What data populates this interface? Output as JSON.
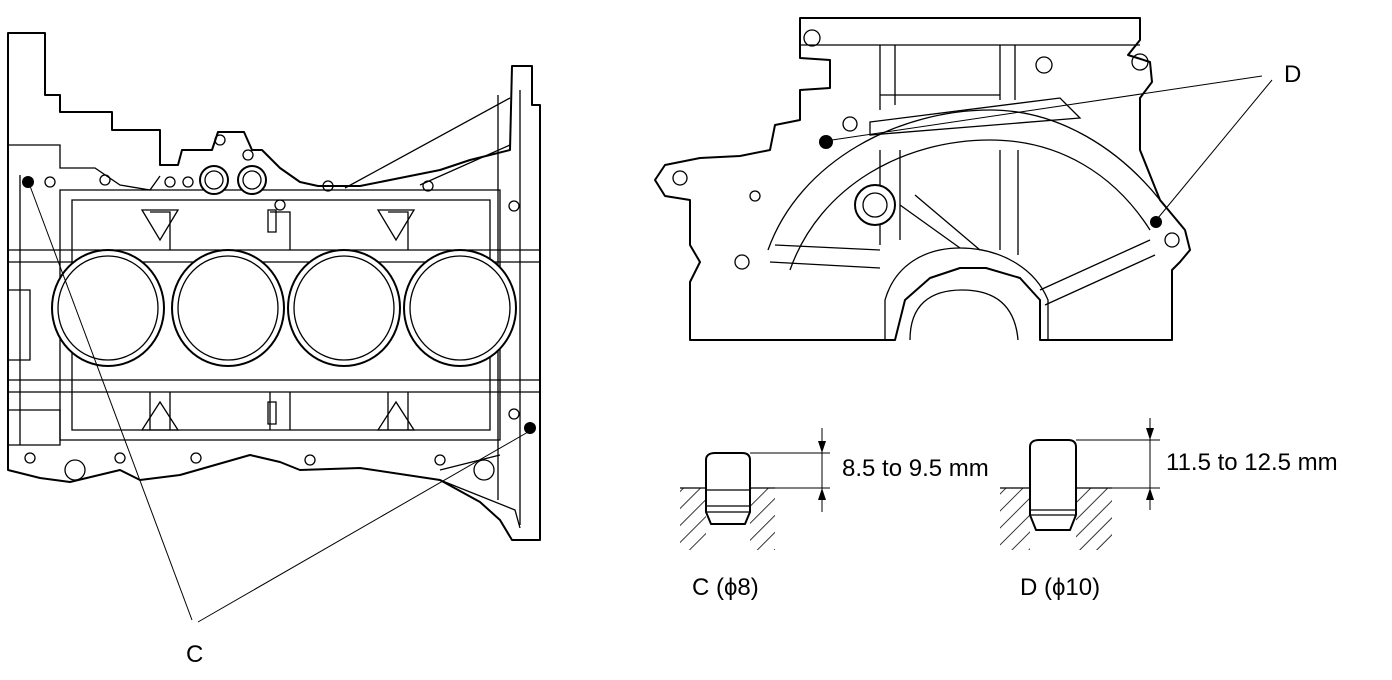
{
  "labels": {
    "callout_c": "C",
    "callout_d": "D",
    "dowel_c_depth": "8.5 to 9.5 mm",
    "dowel_d_depth": "11.5 to 12.5 mm",
    "dowel_c_caption": "C (ϕ8)",
    "dowel_d_caption": "D (ϕ10)"
  }
}
